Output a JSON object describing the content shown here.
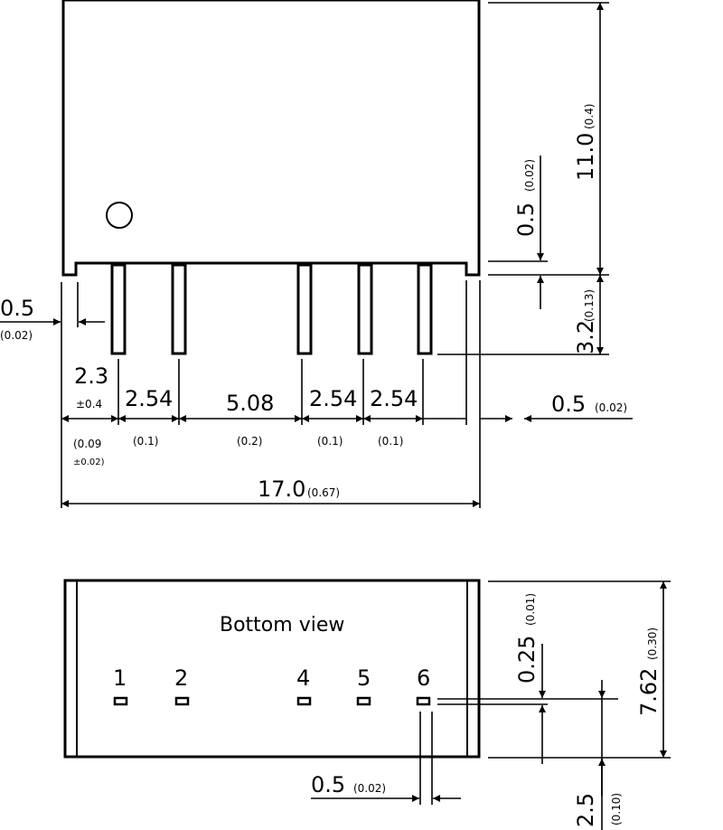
{
  "side_view": {
    "marker": "pin1-orientation-circle",
    "dims": {
      "offset_left": {
        "mm": "0.5",
        "inch": "(0.02)"
      },
      "first_pin": {
        "mm": "2.3",
        "tol": "±0.4",
        "inch": "(0.09",
        "inch_tol": "±0.02)"
      },
      "pitch_1_2": {
        "mm": "2.54",
        "inch": "(0.1)"
      },
      "pitch_2_4": {
        "mm": "5.08",
        "inch": "(0.2)"
      },
      "pitch_4_5": {
        "mm": "2.54",
        "inch": "(0.1)"
      },
      "pitch_5_6": {
        "mm": "2.54",
        "inch": "(0.1)"
      },
      "offset_right": {
        "mm": "0.5",
        "inch": "(0.02)"
      },
      "length": {
        "mm": "17.0",
        "inch": "(0.67)"
      },
      "height": {
        "mm": "11.0",
        "inch": "(0.4)"
      },
      "standoff": {
        "mm": "0.5",
        "inch": "(0.02)"
      },
      "pin_length": {
        "mm": "3.2",
        "inch": "(0.13)"
      }
    }
  },
  "bottom_view": {
    "title": "Bottom view",
    "pins": [
      "1",
      "2",
      "4",
      "5",
      "6"
    ],
    "dims": {
      "width": {
        "mm": "7.62",
        "inch": "(0.30)"
      },
      "pin_thickness": {
        "mm": "0.25",
        "inch": "(0.01)"
      },
      "pin_width": {
        "mm": "0.5",
        "inch": "(0.02)"
      },
      "pin_row_offset": {
        "mm": "2.5",
        "inch": "(0.10)"
      }
    }
  }
}
